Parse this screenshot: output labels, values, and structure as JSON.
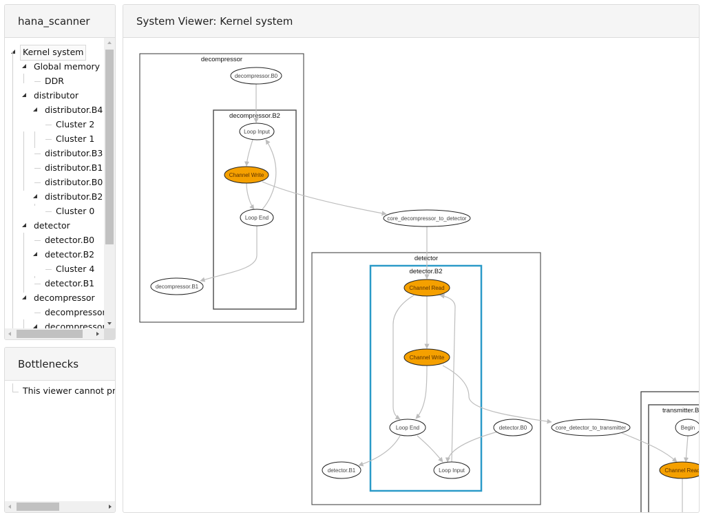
{
  "tree_panel": {
    "title": "hana_scanner",
    "items": [
      {
        "label": "Kernel system",
        "level": 0,
        "expanded": true,
        "selected": true
      },
      {
        "label": "Global memory",
        "level": 1,
        "expanded": true
      },
      {
        "label": "DDR",
        "level": 2
      },
      {
        "label": "distributor",
        "level": 1,
        "expanded": true
      },
      {
        "label": "distributor.B4",
        "level": 2,
        "expanded": true
      },
      {
        "label": "Cluster 2",
        "level": 3
      },
      {
        "label": "Cluster 1",
        "level": 3
      },
      {
        "label": "distributor.B3",
        "level": 2
      },
      {
        "label": "distributor.B1",
        "level": 2
      },
      {
        "label": "distributor.B0",
        "level": 2
      },
      {
        "label": "distributor.B2",
        "level": 2,
        "expanded": true
      },
      {
        "label": "Cluster 0",
        "level": 3
      },
      {
        "label": "detector",
        "level": 1,
        "expanded": true
      },
      {
        "label": "detector.B0",
        "level": 2
      },
      {
        "label": "detector.B2",
        "level": 2,
        "expanded": true
      },
      {
        "label": "Cluster 4",
        "level": 3
      },
      {
        "label": "detector.B1",
        "level": 2
      },
      {
        "label": "decompressor",
        "level": 1,
        "expanded": true
      },
      {
        "label": "decompressor.",
        "level": 2
      },
      {
        "label": "decompressor.",
        "level": 2,
        "expanded": true
      }
    ]
  },
  "bottlenecks_panel": {
    "title": "Bottlenecks",
    "message": "This viewer cannot pro"
  },
  "viewer_panel": {
    "title": "System Viewer: Kernel system",
    "colors": {
      "highlight_node_fill": "#f5a000",
      "selected_cluster_border": "#2a9ac8",
      "edge": "#bdbdbd",
      "cluster_border": "#333333"
    },
    "clusters": [
      {
        "id": "decompressor",
        "label": "decompressor"
      },
      {
        "id": "decompressor_b2",
        "label": "decompressor.B2"
      },
      {
        "id": "detector",
        "label": "detector"
      },
      {
        "id": "detector_b2",
        "label": "detector.B2",
        "selected": true
      },
      {
        "id": "transmitter",
        "label": ""
      },
      {
        "id": "transmitter_b",
        "label": "transmitter.B"
      }
    ],
    "nodes": [
      {
        "id": "dc_b0",
        "label": "decompressor.B0"
      },
      {
        "id": "dc_li",
        "label": "Loop Input"
      },
      {
        "id": "dc_cw",
        "label": "Channel Write",
        "highlight": true
      },
      {
        "id": "dc_le",
        "label": "Loop End"
      },
      {
        "id": "dc_b1",
        "label": "decompressor.B1"
      },
      {
        "id": "ch1",
        "label": "core_decompressor_to_detector"
      },
      {
        "id": "dt_cr",
        "label": "Channel Read",
        "highlight": true
      },
      {
        "id": "dt_cw",
        "label": "Channel Write",
        "highlight": true
      },
      {
        "id": "dt_le",
        "label": "Loop End"
      },
      {
        "id": "dt_b0",
        "label": "detector.B0"
      },
      {
        "id": "dt_b1",
        "label": "detector.B1"
      },
      {
        "id": "dt_li",
        "label": "Loop Input"
      },
      {
        "id": "ch2",
        "label": "core_detector_to_transmitter"
      },
      {
        "id": "tx_begin",
        "label": "Begin"
      },
      {
        "id": "tx_cr",
        "label": "Channel Read",
        "highlight": true
      }
    ]
  }
}
